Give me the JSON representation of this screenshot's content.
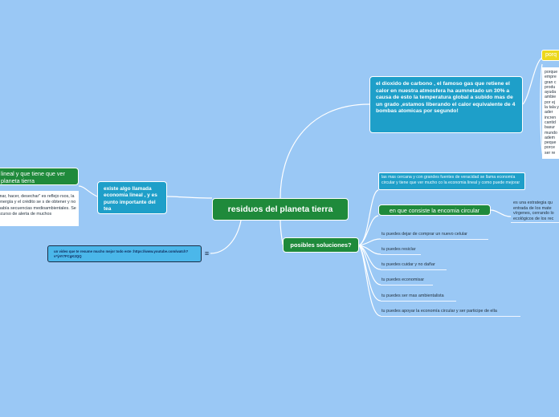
{
  "central": {
    "title": "residuos del planeta tierra"
  },
  "left": {
    "linear_node": "existe algo llamada economia lineal , y es punto importante del tea",
    "linear_sub_title": "lineal y que tiene que ver planeta tierra",
    "linear_sub_text": "mar, hacer, desechar\" es reflejo rsos, la energía y el crédito se s de obtener y no había secuencias medioambientales. Se scurso de alerta de muchos",
    "video_text": "un video que te resume mucho mejor todo este :https://www.youtube.com/watch?v=jAY7FCgK2QQ",
    "note_icon": "≡"
  },
  "right": {
    "co2_node": "el dioxido de carbono , el famoso gas que retiene el calor en nuestra atmosfera ha aumnetado un 30% a causa de esto la temperatura global a subido mas de un grado ,estamos liberando el calor equivalente de 4 bombas atomicas por segundo!",
    "porque_label": "porq",
    "porque_text": "porque empre gran c produ ayuda ambie por ej la tala y ader incren cantid basur mundo adem peque porce ser re",
    "cercana_text": "las mas cercana y con grandes fuentes de veracidad se llama economía circular y tiene que ver mucho co  la economia lineal y como puede mejorar",
    "circular_label": "en que consiste la encomia circular",
    "circular_text": "es una estrategia qu entrada de los mate vírgenes, cerrando lo ecológicos de los rec",
    "soluciones_label": "posibles soluciones?",
    "soluciones": [
      "tu puedes dejar de comprar un nuevo celular",
      "tu puedes resiclar",
      "tu puedes cuidar y no dañar",
      "tu puedes economisar",
      "tu puedes ser mas ambientalista",
      "tu puedes apoyar la economía circular y ser participe de ella"
    ]
  },
  "colors": {
    "background": "#9ac8f5",
    "green": "#1f8a3b",
    "blue": "#1e9fc9",
    "yellow": "#ecd81c",
    "line": "#ffffff"
  }
}
